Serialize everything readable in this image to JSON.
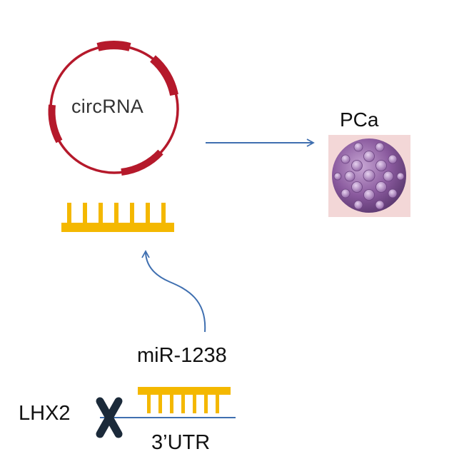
{
  "labels": {
    "circrna": "circRNA",
    "pca": "PCa",
    "mirna": "miR-1238",
    "lhx2": "LHX2",
    "utr": "3’UTR"
  },
  "colors": {
    "circrna_ring": "#b5192b",
    "mirna_comb": "#f4b800",
    "arrow": "#3f6fb0",
    "block_x": "#1b2a3a",
    "cell": "#8a5a9e"
  },
  "icons": {
    "cancer_cell": "pca-cell-image",
    "inhibition": "x-mark-icon"
  }
}
